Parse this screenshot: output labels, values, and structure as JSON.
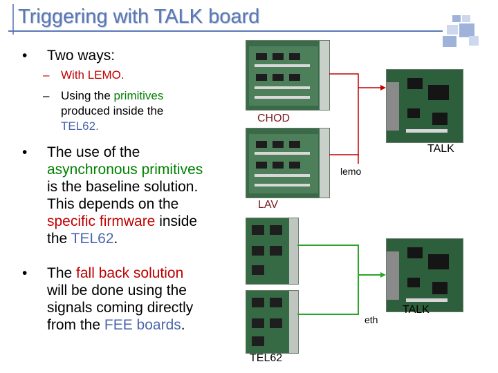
{
  "title": "Triggering with TALK board",
  "bullets": {
    "b1": "Two ways:",
    "b1_sub1": "With LEMO.",
    "b1_sub2_a": "Using the ",
    "b1_sub2_b": "primitives",
    "b1_sub2_c": "produced inside the",
    "b1_sub2_d": "TEL62.",
    "b2_l1": "The use of the",
    "b2_l2": "asynchronous primitives",
    "b2_l3": "is the baseline solution.",
    "b2_l4": "This depends on the",
    "b2_l5a": "specific firmware",
    "b2_l5b": " inside",
    "b2_l6a": "the ",
    "b2_l6b": "TEL62",
    "b2_l6c": ".",
    "b3_l1a": "The ",
    "b3_l1b": "fall back solution",
    "b3_l2": "will be done using the",
    "b3_l3": "signals coming directly",
    "b3_l4a": "from the ",
    "b3_l4b": "FEE boards",
    "b3_l4c": "."
  },
  "diagram": {
    "chod": "CHOD",
    "talk_top": "TALK",
    "lemo": "lemo",
    "lav": "LAV",
    "talk_bottom": "TALK",
    "eth": "eth",
    "tel62": "TEL62"
  },
  "colors": {
    "title": "#5a78b4",
    "red_line": "#c00000",
    "green_line": "#2aa52a"
  }
}
